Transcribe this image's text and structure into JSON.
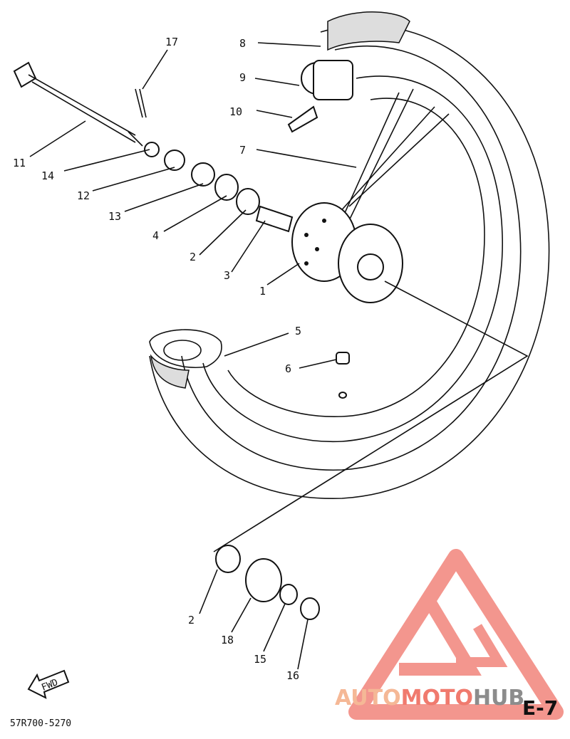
{
  "callouts": [
    {
      "id": "17",
      "text": "17"
    },
    {
      "id": "8",
      "text": "8"
    },
    {
      "id": "9",
      "text": "9"
    },
    {
      "id": "10",
      "text": "10"
    },
    {
      "id": "7",
      "text": "7"
    },
    {
      "id": "11",
      "text": "11"
    },
    {
      "id": "14",
      "text": "14"
    },
    {
      "id": "12",
      "text": "12"
    },
    {
      "id": "13",
      "text": "13"
    },
    {
      "id": "4",
      "text": "4"
    },
    {
      "id": "2a",
      "text": "2"
    },
    {
      "id": "3",
      "text": "3"
    },
    {
      "id": "1",
      "text": "1"
    },
    {
      "id": "5",
      "text": "5"
    },
    {
      "id": "6",
      "text": "6"
    },
    {
      "id": "2b",
      "text": "2"
    },
    {
      "id": "18",
      "text": "18"
    },
    {
      "id": "15",
      "text": "15"
    },
    {
      "id": "16",
      "text": "16"
    }
  ],
  "fwd_label": "FWD",
  "drawing_code": "57R700-5270",
  "page_ref": "E-7",
  "watermark": {
    "part1": "AUTO",
    "part2": "MOTO",
    "part3": "HUB",
    "colors": {
      "auto": "#f5b896",
      "moto": "#f07a6e",
      "hub": "#8c8c8c",
      "logo": "#f28b82"
    }
  }
}
